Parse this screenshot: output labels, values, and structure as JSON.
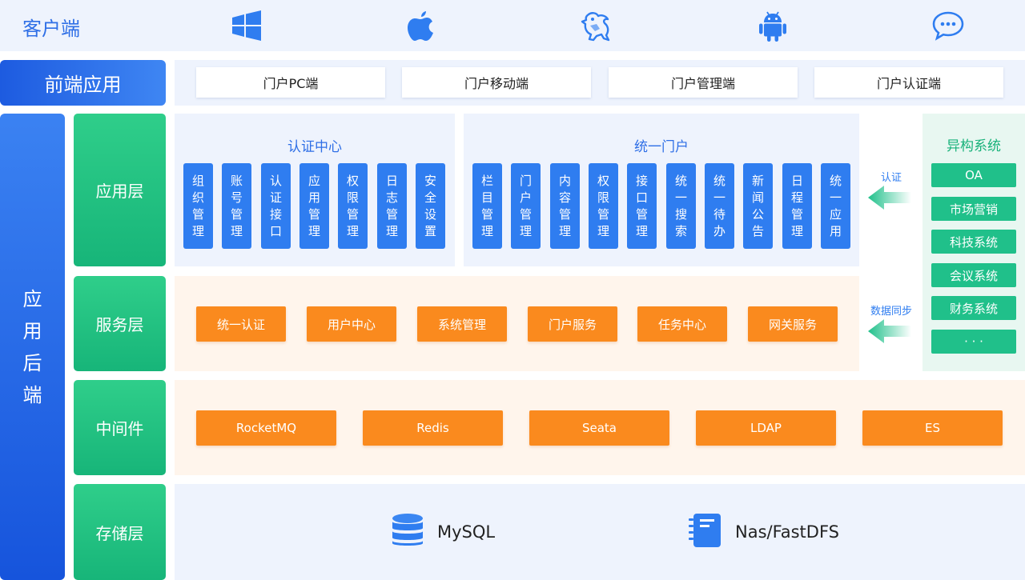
{
  "client": {
    "title": "客户端",
    "icons": [
      "windows-icon",
      "apple-icon",
      "linux-icon",
      "android-icon",
      "wechat-icon"
    ]
  },
  "frontend": {
    "label": "前端应用",
    "items": [
      "门户PC端",
      "门户移动端",
      "门户管理端",
      "门户认证端"
    ]
  },
  "backend": {
    "label_chars": [
      "应",
      "用",
      "后",
      "端"
    ]
  },
  "layers": {
    "app": "应用层",
    "service": "服务层",
    "middleware": "中间件",
    "storage": "存储层"
  },
  "auth_center": {
    "title": "认证中心",
    "items": [
      [
        "组",
        "织",
        "管",
        "理"
      ],
      [
        "账",
        "号",
        "管",
        "理"
      ],
      [
        "认",
        "证",
        "接",
        "口"
      ],
      [
        "应",
        "用",
        "管",
        "理"
      ],
      [
        "权",
        "限",
        "管",
        "理"
      ],
      [
        "日",
        "志",
        "管",
        "理"
      ],
      [
        "安",
        "全",
        "设",
        "置"
      ]
    ]
  },
  "portal": {
    "title": "统一门户",
    "items": [
      [
        "栏",
        "目",
        "管",
        "理"
      ],
      [
        "门",
        "户",
        "管",
        "理"
      ],
      [
        "内",
        "容",
        "管",
        "理"
      ],
      [
        "权",
        "限",
        "管",
        "理"
      ],
      [
        "接",
        "口",
        "管",
        "理"
      ],
      [
        "统",
        "一",
        "搜",
        "索"
      ],
      [
        "统",
        "一",
        "待",
        "办"
      ],
      [
        "新",
        "闻",
        "公",
        "告"
      ],
      [
        "日",
        "程",
        "管",
        "理"
      ],
      [
        "统",
        "一",
        "应",
        "用"
      ]
    ]
  },
  "services": [
    "统一认证",
    "用户中心",
    "系统管理",
    "门户服务",
    "任务中心",
    "网关服务"
  ],
  "middleware": [
    "RocketMQ",
    "Redis",
    "Seata",
    "LDAP",
    "ES"
  ],
  "storage": {
    "items": [
      {
        "label": "MySQL",
        "icon": "database-icon"
      },
      {
        "label": "Nas/FastDFS",
        "icon": "file-storage-icon"
      }
    ]
  },
  "hetero": {
    "title": "异构系统",
    "items": [
      "OA",
      "市场营销",
      "科技系统",
      "会议系统",
      "财务系统",
      "· · ·"
    ]
  },
  "arrows": {
    "auth_label": "认证",
    "sync_label": "数据同步"
  },
  "colors": {
    "blue": "#2f7df0",
    "green": "#20c08a",
    "orange": "#fa8a1e",
    "panel_blue": "#eef3fd",
    "panel_orange": "#fff5ec"
  }
}
